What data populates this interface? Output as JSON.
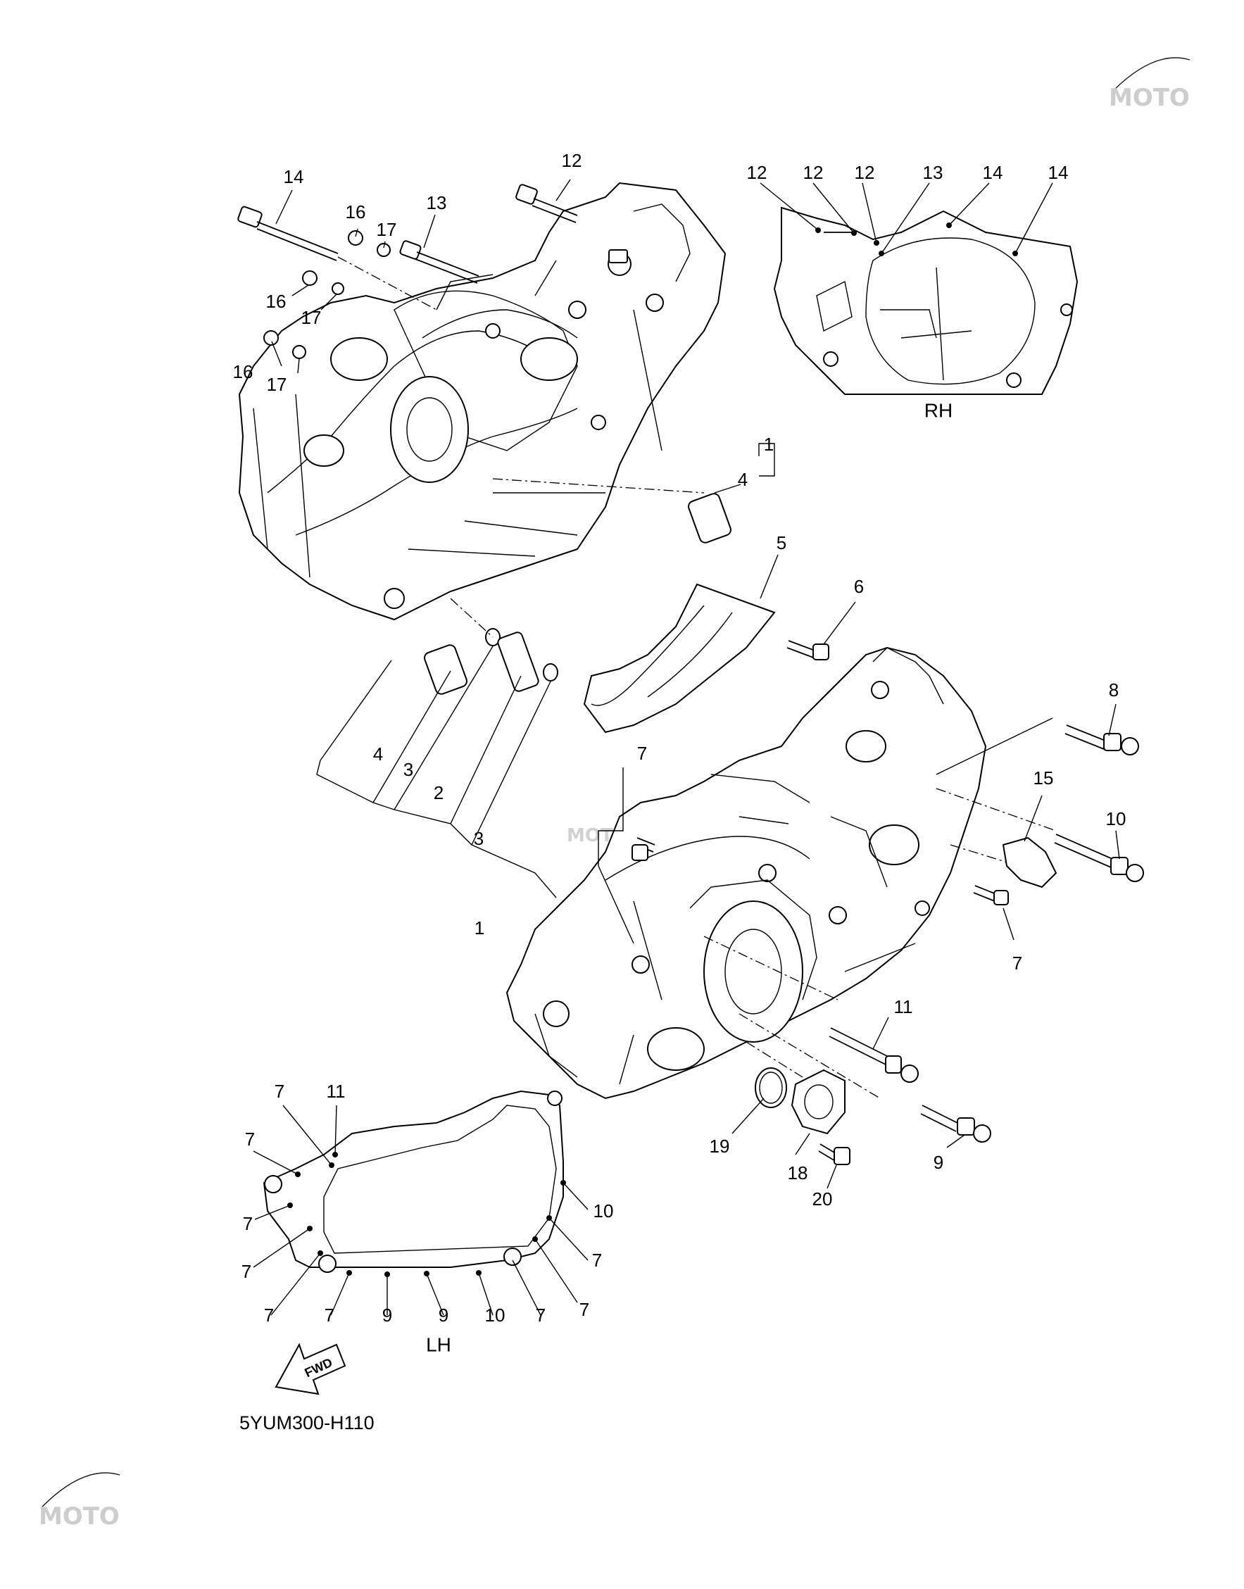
{
  "diagram_code": "5YUM300-H110",
  "views": {
    "right": "RH",
    "left": "LH"
  },
  "forward_arrow": "FWD",
  "watermark": "MOTO",
  "callouts": {
    "c14a": "14",
    "c16a": "16",
    "c17a": "17",
    "c13": "13",
    "c12a": "12",
    "c16b": "16",
    "c17b": "17",
    "c16c": "16",
    "c17c": "17",
    "rh12a": "12",
    "rh12b": "12",
    "rh12c": "12",
    "rh13": "13",
    "rh14a": "14",
    "rh14b": "14",
    "c1a": "1",
    "c4a": "4",
    "c5": "5",
    "c6": "6",
    "c4b": "4",
    "c3a": "3",
    "c2": "2",
    "c3b": "3",
    "c1b": "1",
    "c7a": "7",
    "c8": "8",
    "c15": "15",
    "c10a": "10",
    "c7b": "7",
    "c11a": "11",
    "c19": "19",
    "c18": "18",
    "c20": "20",
    "c9a": "9",
    "lh7a": "7",
    "lh11": "11",
    "lh7b": "7",
    "lh7c": "7",
    "lh7d": "7",
    "lh10a": "10",
    "lh7e": "7",
    "lh7f": "7",
    "lh7g": "7",
    "lh7h": "7",
    "lh9a": "9",
    "lh9b": "9",
    "lh10b": "10",
    "lh7i": "7"
  }
}
